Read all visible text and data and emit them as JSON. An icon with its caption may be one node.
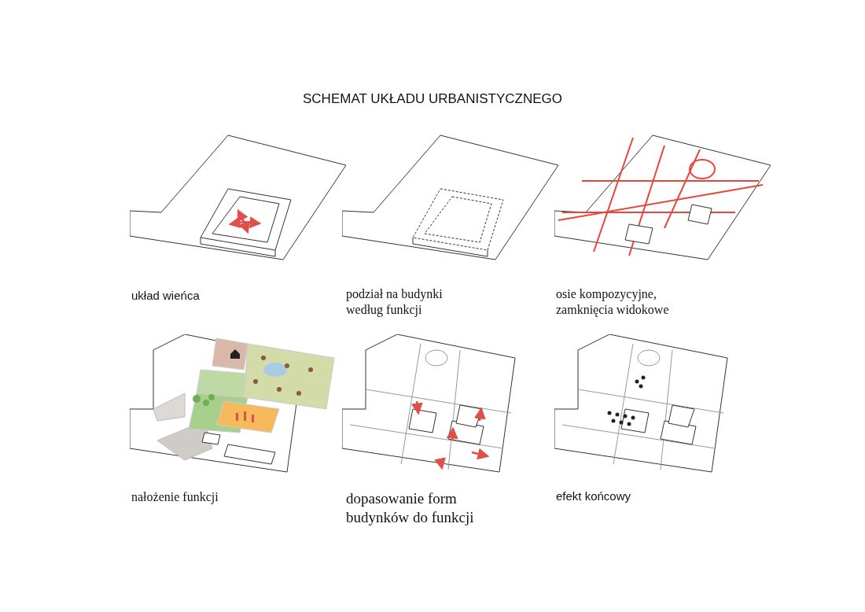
{
  "diagram": {
    "title": "SCHEMAT UKŁADU URBANISTYCZNEGO",
    "labels": [
      "układ wieńca",
      "podział na budynki według funkcji",
      "osie kompozycyjne, zamknięcia widokowe",
      "nałożenie funkcji",
      "dopasowanie form budynków do funkcji",
      "efekt końcowy"
    ]
  }
}
